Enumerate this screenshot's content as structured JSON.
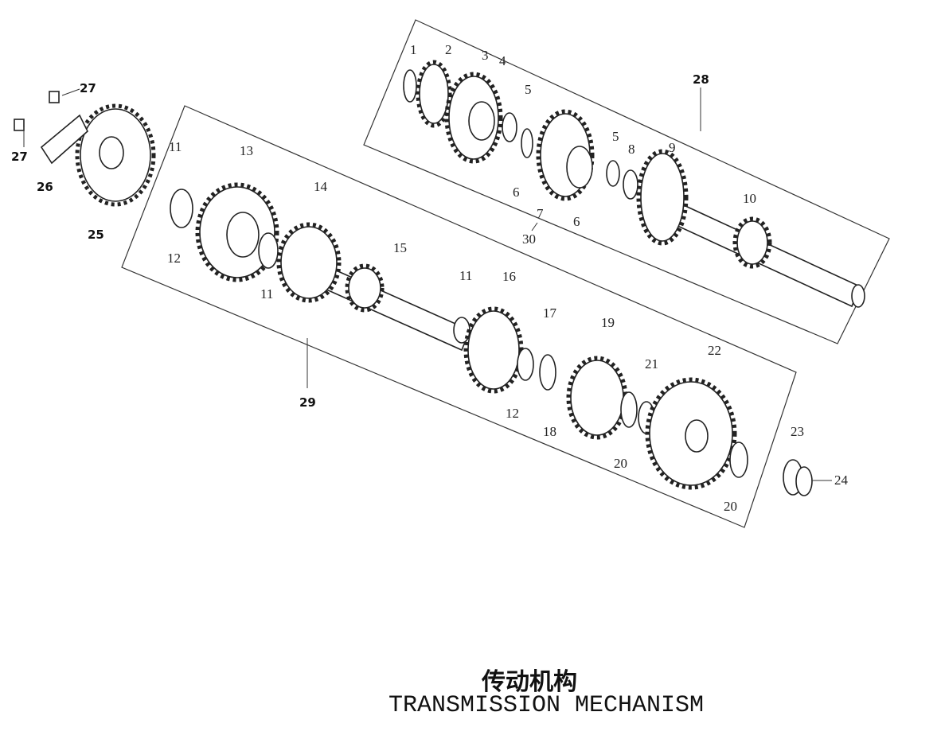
{
  "title": {
    "chinese": "传动机构",
    "english": "TRANSMISSION MECHANISM"
  },
  "callouts": {
    "c1": "1",
    "c2": "2",
    "c3": "3",
    "c4": "4",
    "c5a": "5",
    "c5b": "5",
    "c6a": "6",
    "c6b": "6",
    "c7": "7",
    "c8": "8",
    "c9": "9",
    "c10": "10",
    "c11a": "11",
    "c11b": "11",
    "c11c": "11",
    "c12a": "12",
    "c12b": "12",
    "c13": "13",
    "c14": "14",
    "c15": "15",
    "c16": "16",
    "c17": "17",
    "c18": "18",
    "c19": "19",
    "c20a": "20",
    "c20b": "20",
    "c21": "21",
    "c22": "22",
    "c23": "23",
    "c24": "24",
    "c25": "25",
    "c26": "26",
    "c27a": "27",
    "c27b": "27",
    "c28": "28",
    "c29": "29",
    "c30": "30"
  }
}
